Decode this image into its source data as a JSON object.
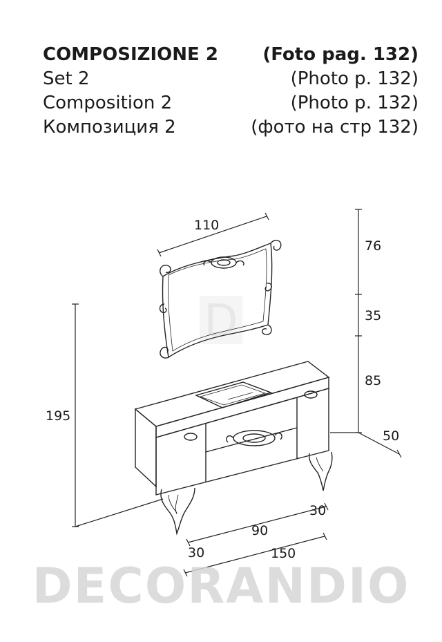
{
  "header": {
    "rows": [
      {
        "left": "COMPOSIZIONE  2",
        "right": "(Foto pag. 132)",
        "bold": true
      },
      {
        "left": "Set  2",
        "right": "(Photo p. 132)",
        "bold": false
      },
      {
        "left": "Composition 2",
        "right": "(Photo p. 132)",
        "bold": false
      },
      {
        "left": "Композиция  2",
        "right": "(фото на стр 132)",
        "bold": false
      }
    ]
  },
  "dimensions": {
    "mirror_width": "110",
    "mirror_height": "76",
    "gap": "35",
    "cabinet_height": "85",
    "depth": "50",
    "total_height": "195",
    "side_right": "30",
    "center": "90",
    "side_left": "30",
    "total_width": "150"
  },
  "watermark": {
    "brand": "DECORANDIO",
    "logo_letter": "D"
  }
}
